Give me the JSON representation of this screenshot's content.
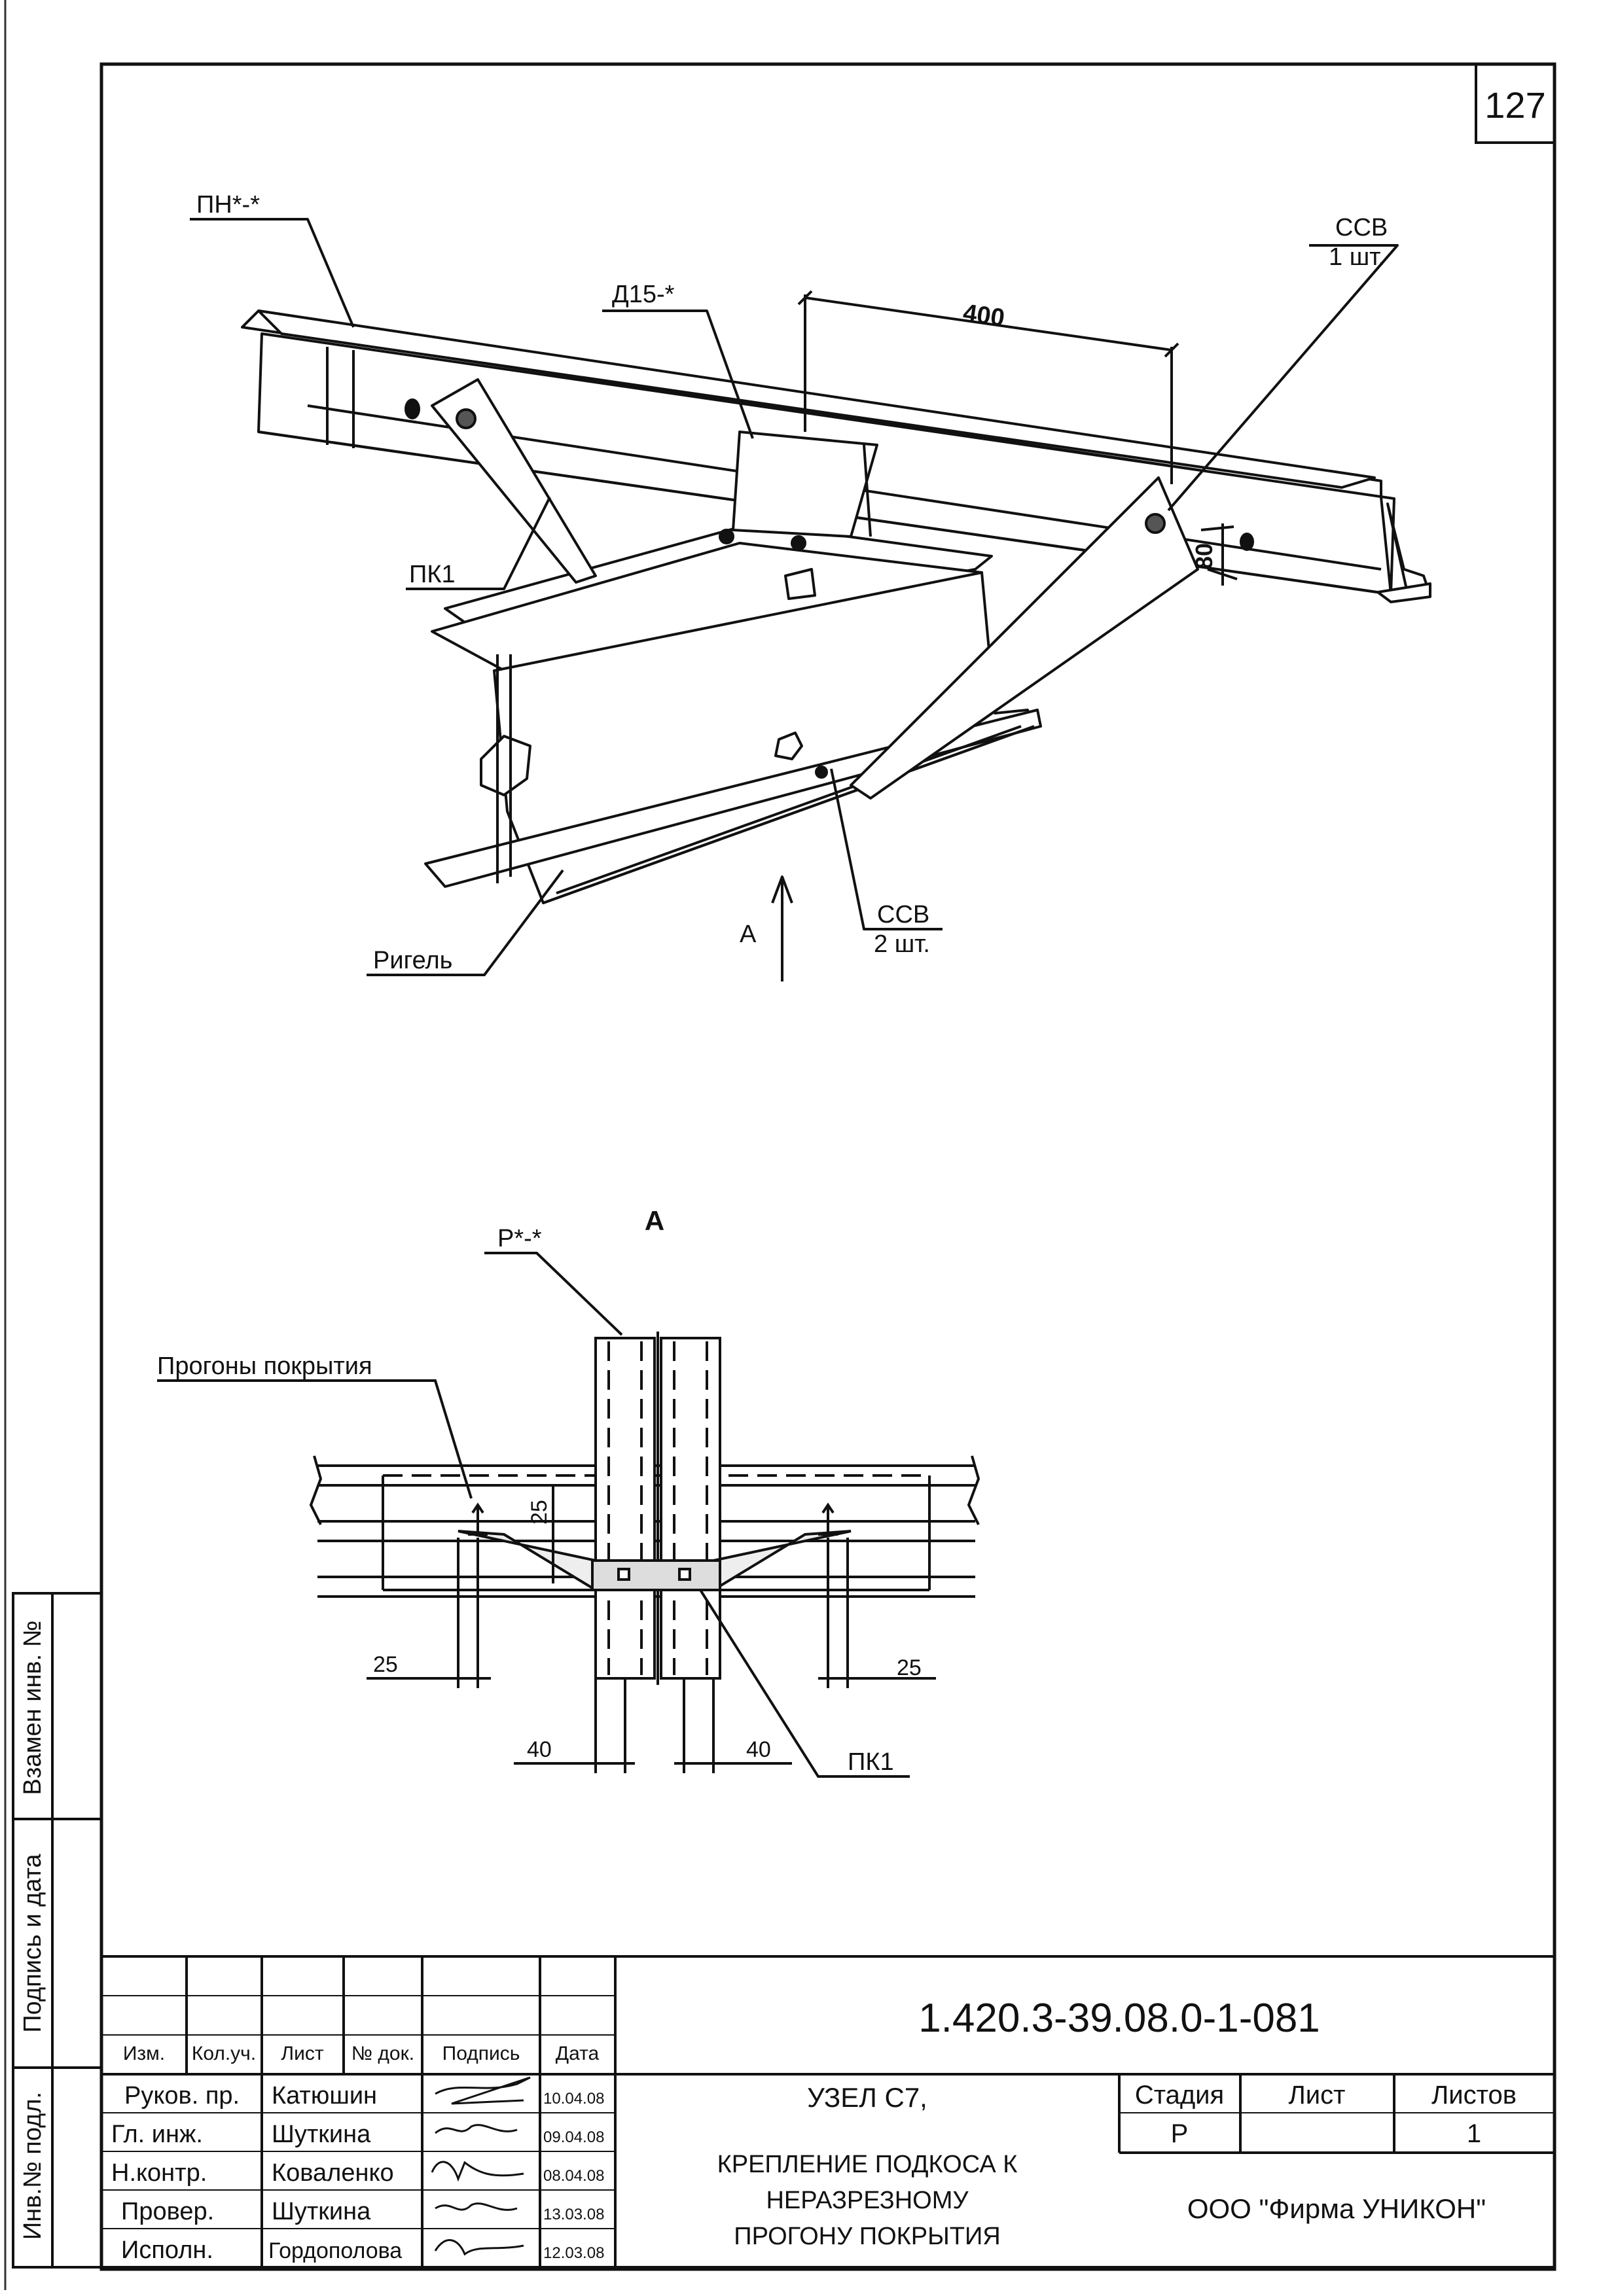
{
  "sheet_badge": "127",
  "drawing": {
    "labels": {
      "pn": "ПН*-*",
      "d15": "Д15-*",
      "dim_400": "400",
      "ssv_top": "ССВ",
      "ssv_top_qty": "1 шт.",
      "dim_80": "80",
      "pk1_top": "ПК1",
      "rigel": "Ригель",
      "arrow_a": "А",
      "ssv_bottom": "ССВ",
      "ssv_bottom_qty": "2 шт."
    },
    "view_a": {
      "title": "А",
      "r": "Р*-*",
      "progony": "Прогоны покрытия",
      "dim_25_v": "25",
      "dim_25_left": "25",
      "dim_25_right": "25",
      "dim_40_left": "40",
      "dim_40_right": "40",
      "pk1": "ПК1"
    }
  },
  "side_stamp": {
    "vzamen": "Взамен инв. №",
    "podpis_data": "Подпись и дата",
    "inv_podl": "Инв.№ подл."
  },
  "title_block": {
    "doc_code": "1.420.3-39.08.0-1-081",
    "headers": [
      "Изм.",
      "Кол.уч.",
      "Лист",
      "№ док.",
      "Подпись",
      "Дата"
    ],
    "rows": [
      {
        "role": "Руков. пр.",
        "name": "Катюшин",
        "date": "10.04.08"
      },
      {
        "role": "Гл. инж.",
        "name": "Шуткина",
        "date": "09.04.08"
      },
      {
        "role": "Н.контр.",
        "name": "Коваленко",
        "date": "08.04.08"
      },
      {
        "role": "Провер.",
        "name": "Шуткина",
        "date": "13.03.08"
      },
      {
        "role": "Исполн.",
        "name": "Гордополова",
        "date": "12.03.08"
      }
    ],
    "title_line1": "УЗЕЛ С7,",
    "title_line2": "КРЕПЛЕНИЕ ПОДКОСА К",
    "title_line3": "НЕРАЗРЕЗНОМУ",
    "title_line4": "ПРОГОНУ ПОКРЫТИЯ",
    "stage_label": "Стадия",
    "sheet_label": "Лист",
    "sheets_label": "Листов",
    "stage_value": "Р",
    "sheet_value": "",
    "sheets_value": "1",
    "company": "ООО \"Фирма УНИКОН\""
  }
}
